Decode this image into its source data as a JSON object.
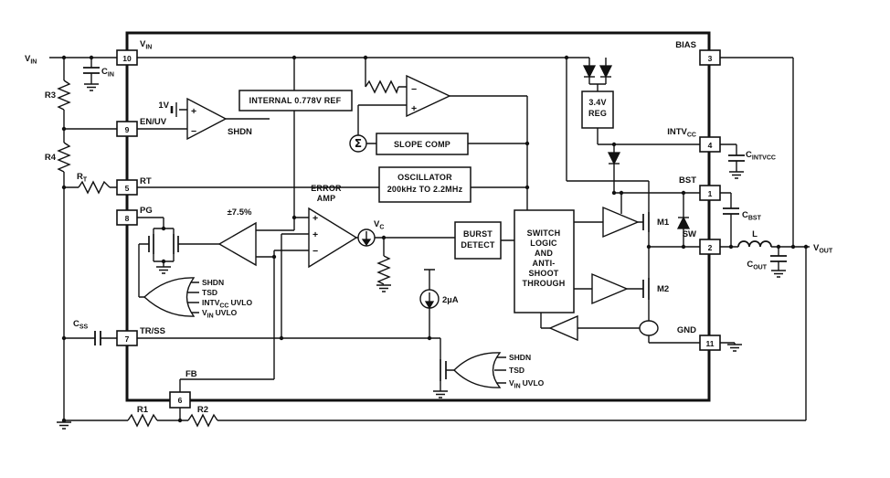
{
  "pins": {
    "p10": {
      "num": "10",
      "pre": "V",
      "sub": "IN"
    },
    "p9": {
      "num": "9",
      "name": "EN/UV"
    },
    "p5": {
      "num": "5",
      "name": "RT"
    },
    "p8": {
      "num": "8",
      "name": "PG"
    },
    "p7": {
      "num": "7",
      "name": "TR/SS"
    },
    "p6": {
      "num": "6",
      "name": "FB"
    },
    "p3": {
      "num": "3",
      "name": "BIAS"
    },
    "p4": {
      "num": "4",
      "pre": "INTV",
      "sub": "CC"
    },
    "p1": {
      "num": "1",
      "name": "BST"
    },
    "p2": {
      "num": "2",
      "name": "SW"
    },
    "p11": {
      "num": "11",
      "name": "GND"
    }
  },
  "external": {
    "vin": {
      "pre": "V",
      "sub": "IN"
    },
    "cin": {
      "pre": "C",
      "sub": "IN"
    },
    "r3": "R3",
    "r4": "R4",
    "rt": {
      "pre": "R",
      "sub": "T"
    },
    "css": {
      "pre": "C",
      "sub": "SS"
    },
    "r1": "R1",
    "r2": "R2",
    "cintvcc": {
      "pre": "C",
      "sub": "INTVCC"
    },
    "cbst": {
      "pre": "C",
      "sub": "BST"
    },
    "l": "L",
    "cout": {
      "pre": "C",
      "sub": "OUT"
    },
    "vout": {
      "pre": "V",
      "sub": "OUT"
    }
  },
  "blocks": {
    "ref": "INTERNAL 0.778V REF",
    "slope": "SLOPE COMP",
    "osc1": "OSCILLATOR",
    "osc2": "200kHz TO 2.2MHz",
    "burst1": "BURST",
    "burst2": "DETECT",
    "logic1": "SWITCH",
    "logic2": "LOGIC",
    "logic3": "AND",
    "logic4": "ANTI-",
    "logic5": "SHOOT",
    "logic6": "THROUGH",
    "reg1": "3.4V",
    "reg2": "REG",
    "error1": "ERROR",
    "error2": "AMP"
  },
  "labels": {
    "onev": "1V",
    "shdn": "SHDN",
    "sigma": "Σ",
    "plus": "+",
    "minus": "−",
    "pm": "±7.5%",
    "vc": {
      "pre": "V",
      "sub": "C"
    },
    "ua": "2µA",
    "m1": "M1",
    "m2": "M2",
    "or1a": "SHDN",
    "or1b": "TSD",
    "or1c": {
      "pre": "INTV",
      "sub": "CC",
      "post": "UVLO"
    },
    "or1d": {
      "pre": "V",
      "sub": "IN",
      "post": "UVLO"
    },
    "or2a": "SHDN",
    "or2b": "TSD",
    "or2c": {
      "pre": "V",
      "sub": "IN",
      "post": "UVLO"
    }
  }
}
